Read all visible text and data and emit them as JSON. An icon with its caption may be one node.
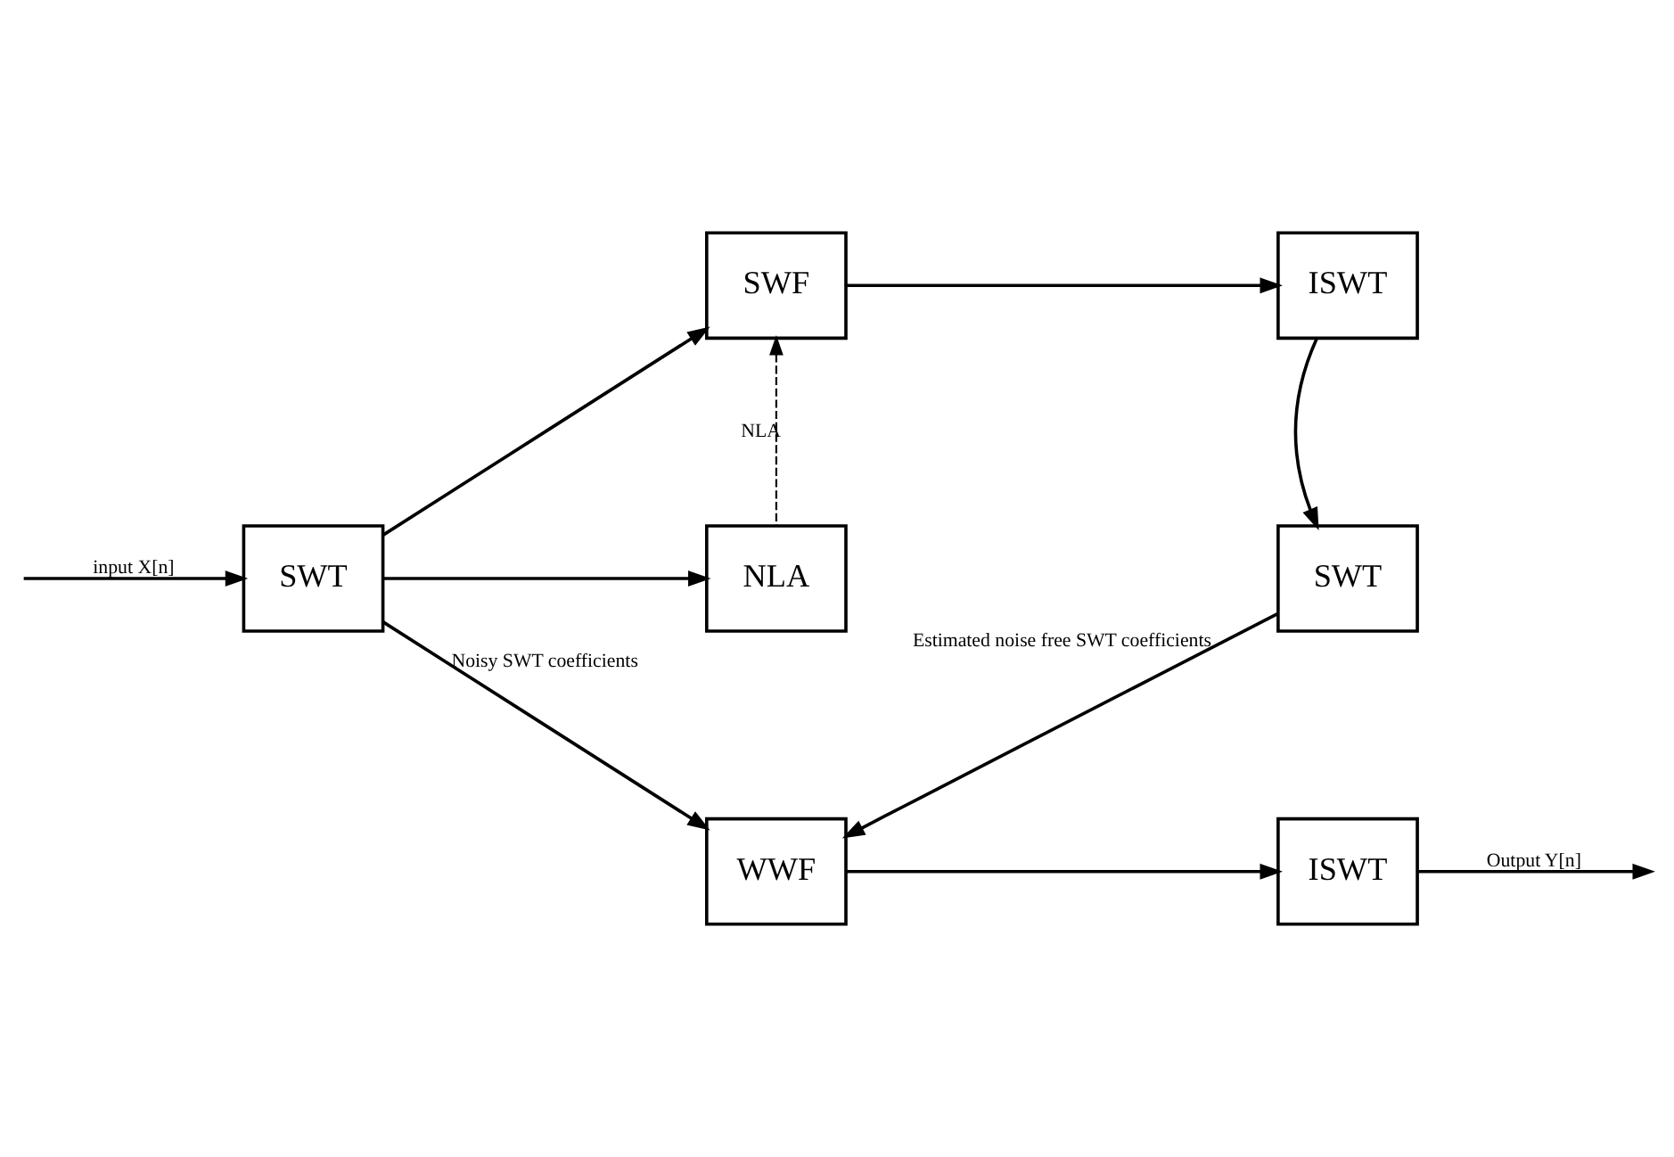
{
  "diagram": {
    "nodes": [
      {
        "text": [
          "SWT"
        ]
      },
      {
        "text": [
          "SWF"
        ]
      },
      {
        "text": [
          "ISWT"
        ]
      },
      {
        "text": [
          "NLA"
        ]
      },
      {
        "text": [
          "SWT"
        ]
      },
      {
        "text": [
          "WWF"
        ]
      },
      {
        "text": [
          "ISWT"
        ]
      }
    ],
    "edges": [
      {
        "from": null,
        "to": 0,
        "arrow": "to",
        "label": "input X[n]"
      },
      {
        "from": 0,
        "to": 1,
        "arrow": "to"
      },
      {
        "from": 1,
        "to": 2,
        "arrow": "to"
      },
      {
        "from": 0,
        "to": 3,
        "arrow": "to"
      },
      {
        "from": 3,
        "to": 1,
        "arrow": "to",
        "style": "dashed",
        "label": "NLA"
      },
      {
        "from": 2,
        "to": 4,
        "arrow": "to"
      },
      {
        "from": 4,
        "to": 5,
        "arrow": "to",
        "label": "Estimated noise free SWT coefficients"
      },
      {
        "from": 0,
        "to": 5,
        "arrow": "to",
        "label": "Noisy SWT coefficients"
      },
      {
        "from": 5,
        "to": 6,
        "arrow": "to"
      },
      {
        "from": 6,
        "to": null,
        "arrow": "to",
        "label": "Output Y[n]"
      }
    ]
  }
}
